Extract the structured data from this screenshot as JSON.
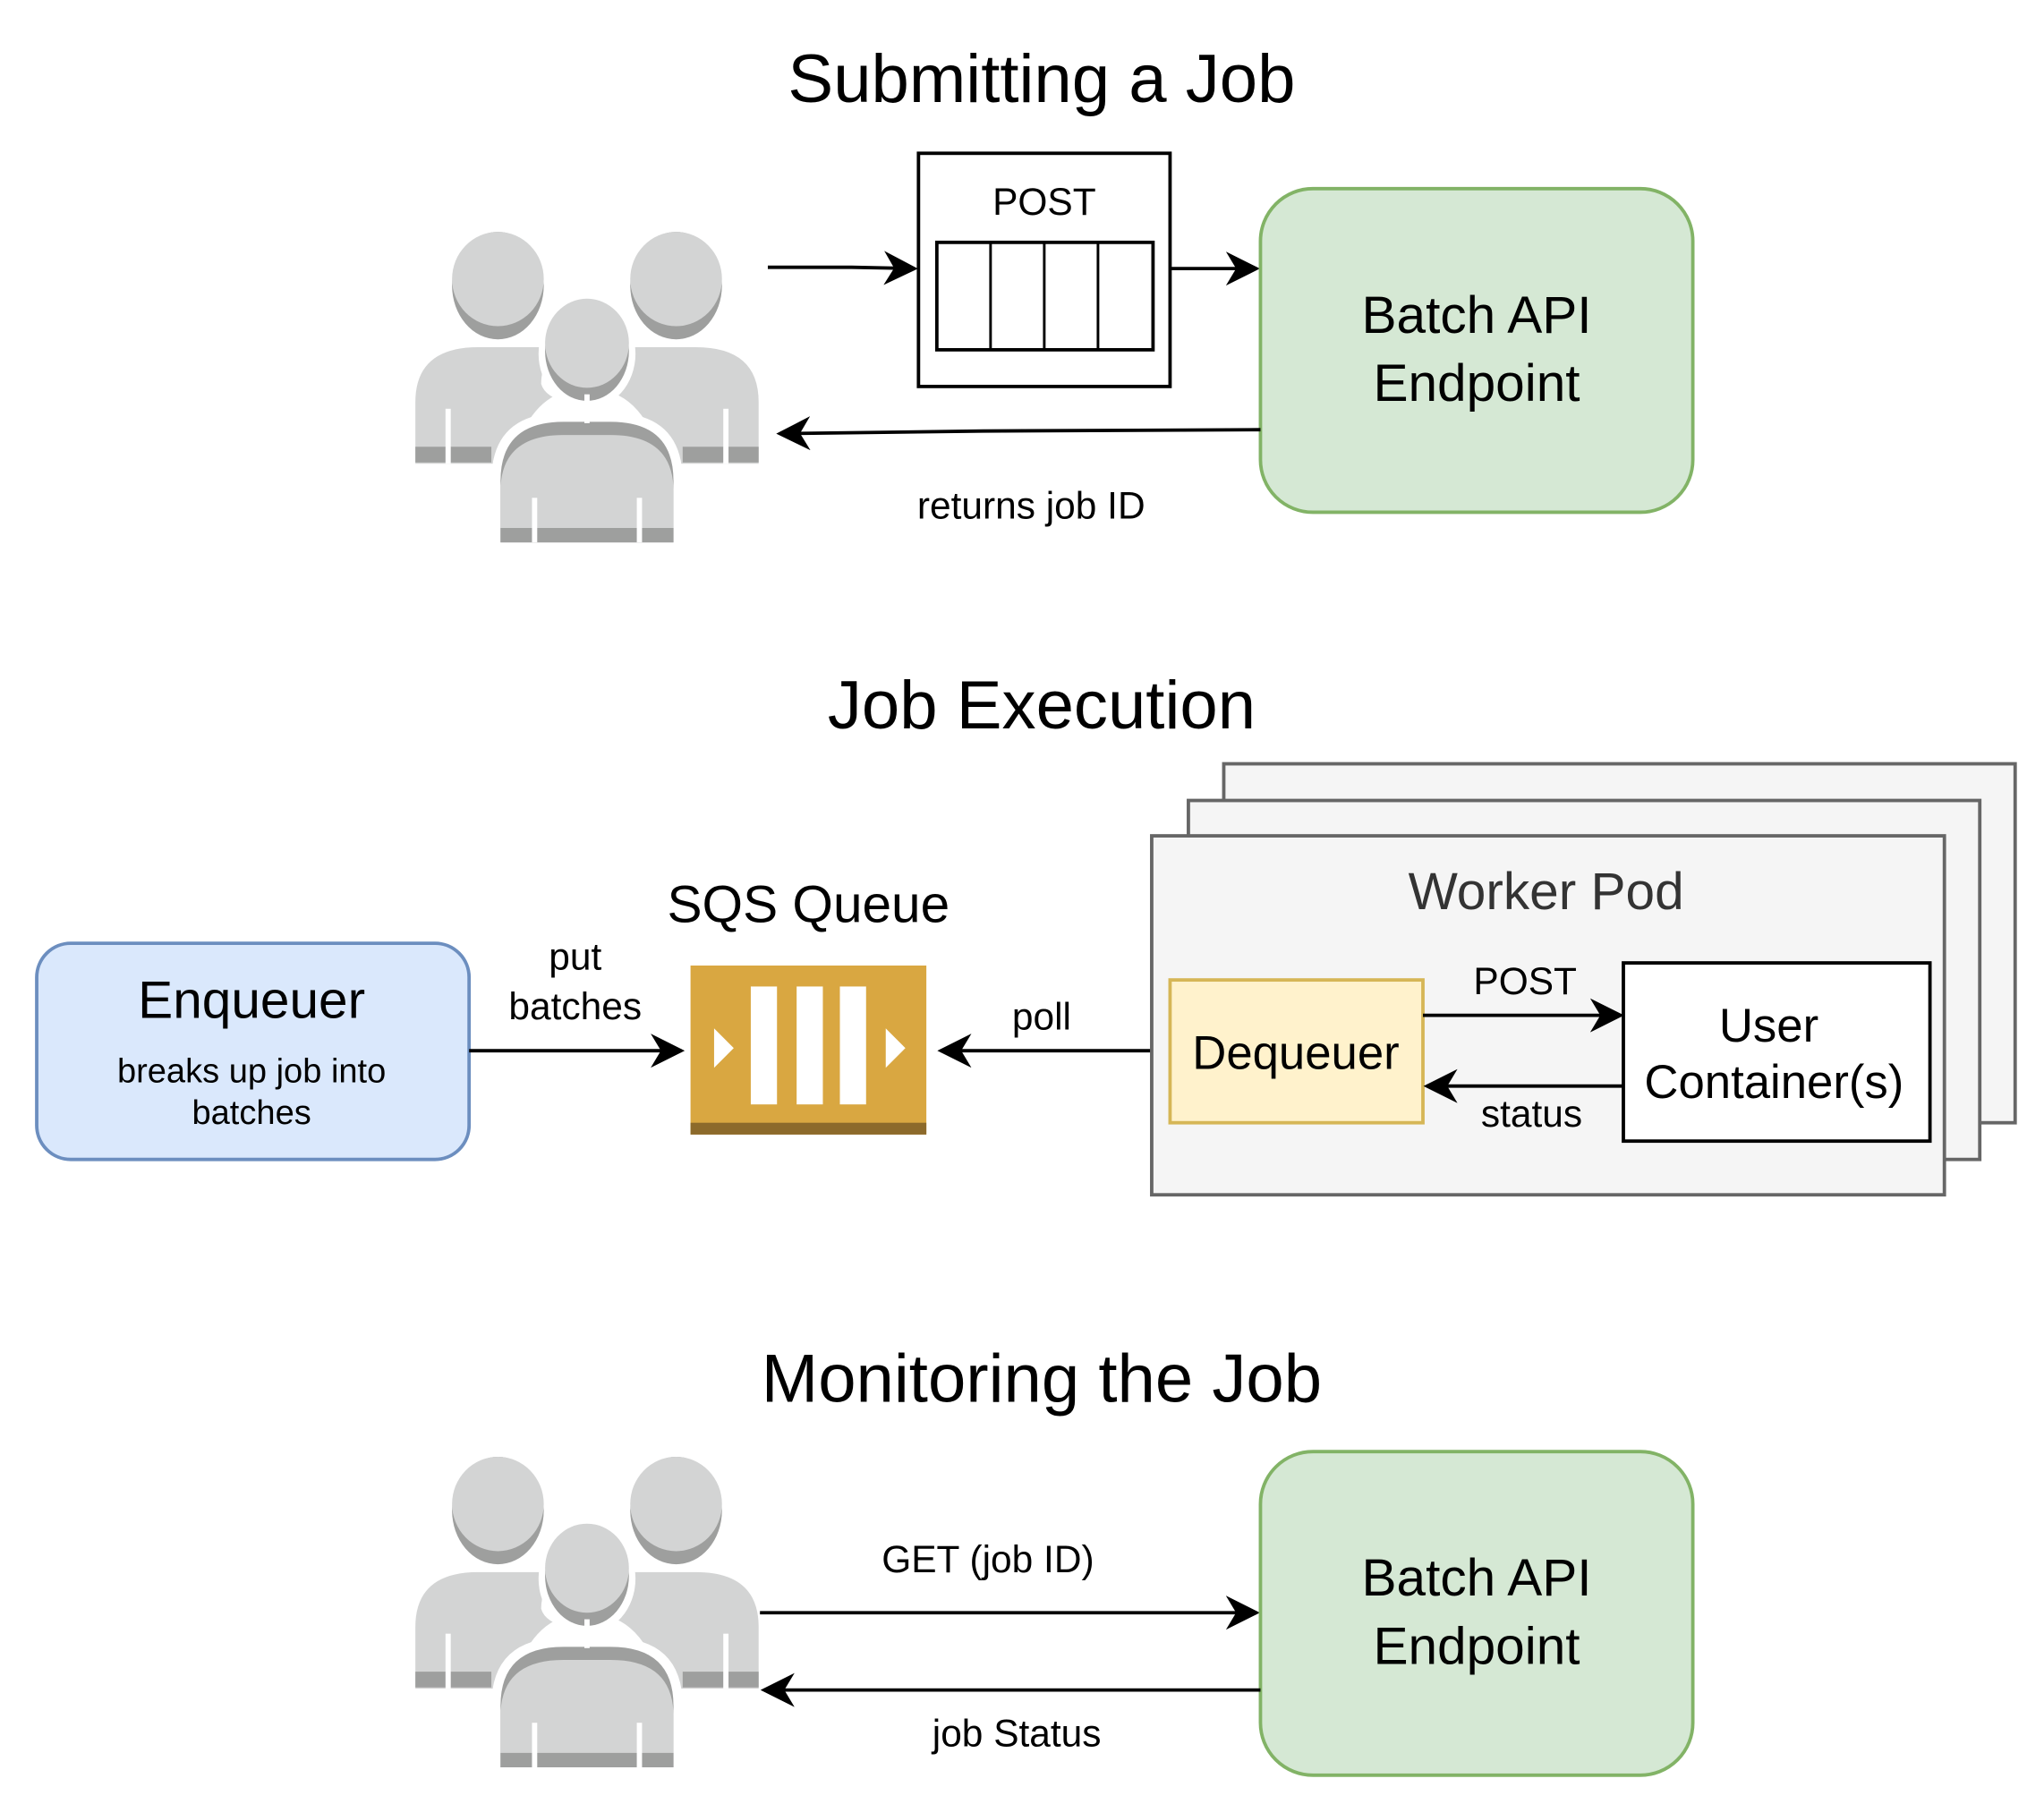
{
  "colors": {
    "api_fill": "#d5e8d4",
    "api_stroke": "#82b366",
    "enqueuer_fill": "#dae8fc",
    "enqueuer_stroke": "#6c8ebf",
    "dequeuer_fill": "#fff2cc",
    "dequeuer_stroke": "#d6b656",
    "pod_fill": "#f5f5f5",
    "pod_stroke": "#666666",
    "sqs_fill": "#d9a741",
    "sqs_band": "#8c6a2b",
    "users_light": "#d3d4d4",
    "users_dark": "#9e9f9e"
  },
  "sections": {
    "submit": {
      "title": "Submitting a Job",
      "users_icon": "users-group-icon",
      "request_box_label": "POST",
      "api_box_lines": [
        "Batch API",
        "Endpoint"
      ],
      "return_label": "returns job ID"
    },
    "execution": {
      "title": "Job Execution",
      "enqueuer": {
        "title": "Enqueuer",
        "desc_lines": [
          "breaks up job into",
          "batches"
        ]
      },
      "put_label_lines": [
        "put",
        "batches"
      ],
      "sqs_label": "SQS Queue",
      "sqs_icon": "sqs-queue-icon",
      "poll_label": "poll",
      "worker_pod": {
        "title": "Worker Pod",
        "stack_count": 3,
        "dequeuer_label": "Dequeuer",
        "post_label": "POST",
        "status_label": "status",
        "container_lines": [
          "User",
          "Container(s)"
        ]
      }
    },
    "monitor": {
      "title": "Monitoring the Job",
      "users_icon": "users-group-icon",
      "get_label": "GET (job ID)",
      "return_label": "job Status",
      "api_box_lines": [
        "Batch API",
        "Endpoint"
      ]
    }
  }
}
